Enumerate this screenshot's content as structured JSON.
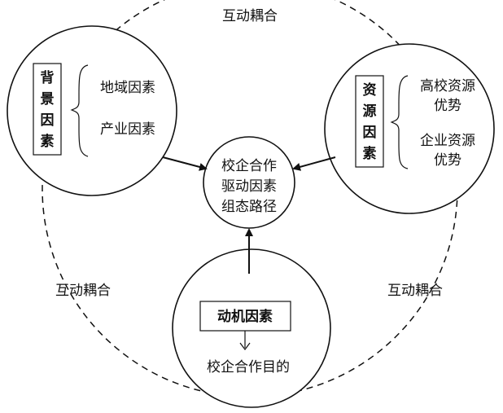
{
  "diagram": {
    "coupling_top": "互动耦合",
    "coupling_left": "互动耦合",
    "coupling_right": "互动耦合",
    "background": {
      "title_lines": [
        "背",
        "景",
        "因",
        "素"
      ],
      "items": [
        "地域因素",
        "产业因素"
      ]
    },
    "resources": {
      "title_lines": [
        "资",
        "源",
        "因",
        "素"
      ],
      "items": [
        [
          "高校资源",
          "优势"
        ],
        [
          "企业资源",
          "优势"
        ]
      ]
    },
    "center": {
      "lines": [
        "校企合作",
        "驱动因素",
        "组态路径"
      ]
    },
    "motivation": {
      "title": "动机因素",
      "goal": "校企合作目的"
    }
  }
}
